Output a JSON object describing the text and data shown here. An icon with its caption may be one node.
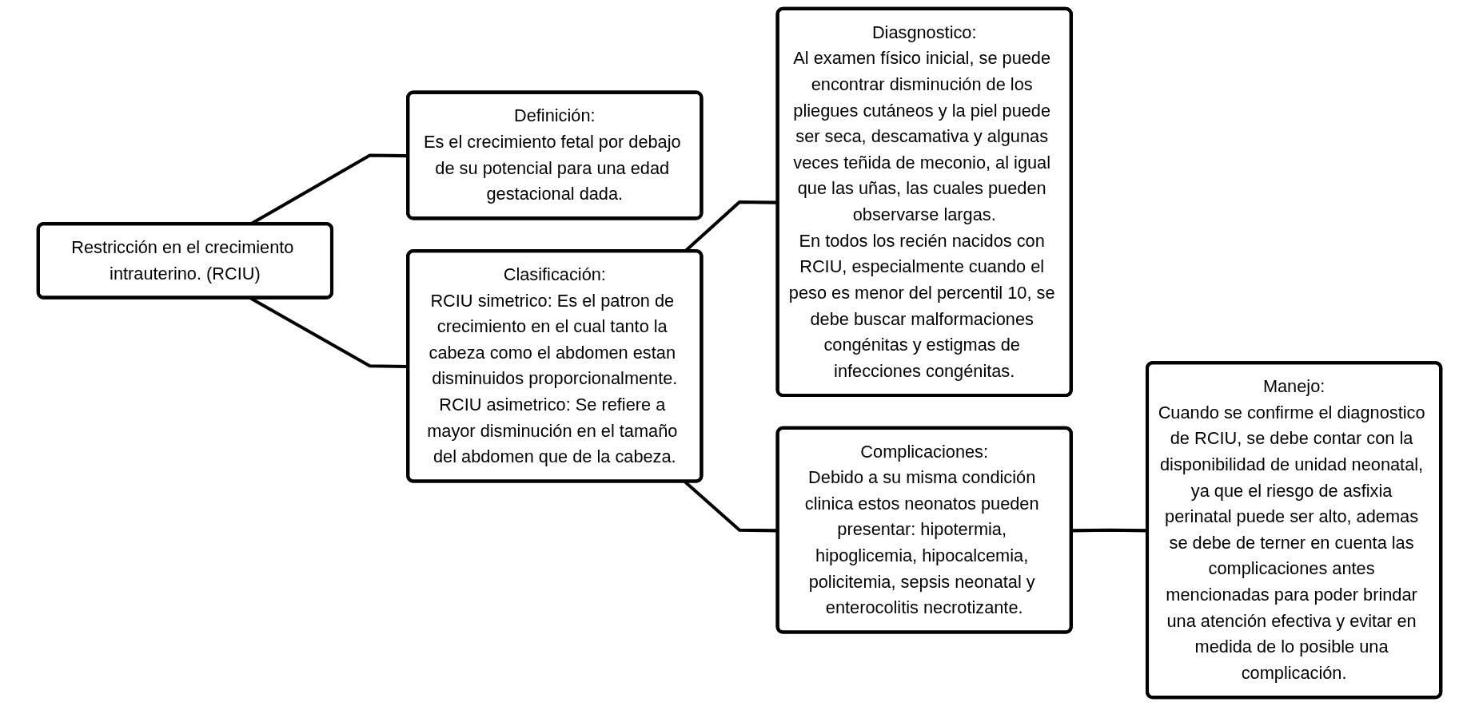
{
  "diagram": {
    "nodes": [
      {
        "text": [
          "Restricción en el crecimiento intrauterino. (RCIU)"
        ]
      },
      {
        "text": [
          "Definición:",
          "Es el crecimiento fetal por debajo de su potencial para una edad gestacional dada."
        ]
      },
      {
        "text": [
          "Clasificación:",
          "RCIU simetrico: Es el patron de crecimiento en el cual tanto la cabeza como el abdomen estan disminuidos proporcionalmente.",
          "RCIU asimetrico: Se refiere a mayor disminución en el tamaño del abdomen que de la cabeza."
        ]
      },
      {
        "text": [
          "Diasgnostico:",
          "Al examen físico inicial, se puede encontrar disminución de los pliegues cutáneos y la piel puede ser seca, descamativa y algunas veces teñida de meconio, al igual que las uñas, las cuales pueden observarse largas.",
          "En todos los recién nacidos con RCIU, especialmente cuando el peso es menor del percentil 10, se debe buscar malformaciones congénitas y estigmas de infecciones congénitas."
        ]
      },
      {
        "text": [
          "Complicaciones:",
          "Debido a su misma condición clinica estos neonatos pueden presentar: hipotermia, hipoglicemia, hipocalcemia, policitemia, sepsis neonatal y enterocolitis necrotizante."
        ]
      },
      {
        "text": [
          "Manejo:",
          "Cuando se confirme el diagnostico de RCIU, se debe contar con la disponibilidad de unidad neonatal, ya que el riesgo de asfixia perinatal puede ser alto, ademas se debe de terner en cuenta las complicaciones antes mencionadas para poder brindar una atención efectiva y evitar en medida de lo posible una complicación."
        ]
      }
    ],
    "edges": [
      {
        "from": 0,
        "to": 1,
        "arrow": "none"
      },
      {
        "from": 0,
        "to": 2,
        "arrow": "none"
      },
      {
        "from": 2,
        "to": 3,
        "arrow": "none"
      },
      {
        "from": 2,
        "to": 4,
        "arrow": "none"
      },
      {
        "from": 4,
        "to": 5,
        "arrow": "none"
      }
    ]
  }
}
